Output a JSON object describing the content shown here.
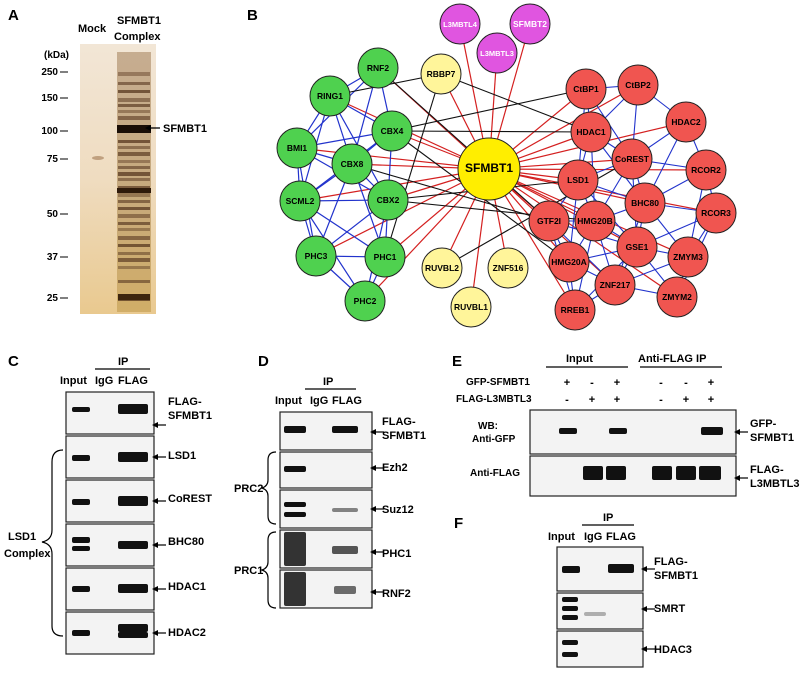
{
  "panelA": {
    "letter": "A",
    "lane1": "Mock",
    "lane2_line1": "SFMBT1",
    "lane2_line2": "Complex",
    "unit": "(kDa)",
    "markers": [
      "250",
      "150",
      "100",
      "75",
      "50",
      "37",
      "25"
    ],
    "band_label": "SFMBT1"
  },
  "panelB": {
    "letter": "B",
    "center": "SFMBT1",
    "magenta": [
      "L3MBTL4",
      "SFMBT2",
      "L3MBTL3"
    ],
    "yellow": [
      "RBBP7",
      "RUVBL2",
      "ZNF516",
      "RUVBL1"
    ],
    "green": [
      "RNF2",
      "RING1",
      "CBX4",
      "BMI1",
      "CBX8",
      "SCML2",
      "CBX2",
      "PHC3",
      "PHC1",
      "PHC2"
    ],
    "red": [
      "CtBP1",
      "CtBP2",
      "HDAC1",
      "HDAC2",
      "CoREST",
      "RCOR2",
      "LSD1",
      "BHC80",
      "RCOR3",
      "GTF2I",
      "HMG20B",
      "GSE1",
      "ZMYM3",
      "HMG20A",
      "ZNF217",
      "ZMYM2",
      "RREB1"
    ],
    "colors": {
      "magenta": "#e055e0",
      "yellow": "#fff59a",
      "green": "#4fd14f",
      "red": "#f05550",
      "center": "#ffee00",
      "black_edge": "#111111",
      "red_edge": "#d42020",
      "blue_edge": "#2233cc"
    }
  },
  "panelC": {
    "letter": "C",
    "ip": "IP",
    "lanes": [
      "Input",
      "IgG",
      "FLAG"
    ],
    "rows": [
      "FLAG-SFMBT1",
      "LSD1",
      "CoREST",
      "BHC80",
      "HDAC1",
      "HDAC2"
    ],
    "row0_line1": "FLAG-",
    "row0_line2": "SFMBT1",
    "group_line1": "LSD1",
    "group_line2": "Complex"
  },
  "panelD": {
    "letter": "D",
    "ip": "IP",
    "lanes": [
      "Input",
      "IgG",
      "FLAG"
    ],
    "row0_line1": "FLAG-",
    "row0_line2": "SFMBT1",
    "rows": [
      "Ezh2",
      "Suz12",
      "PHC1",
      "RNF2"
    ],
    "group1": "PRC2",
    "group2": "PRC1"
  },
  "panelE": {
    "letter": "E",
    "input_header": "Input",
    "ip_header": "Anti-FLAG IP",
    "row1_label": "GFP-SFMBT1",
    "row2_label": "FLAG-L3MBTL3",
    "row1_signs": [
      "+",
      "-",
      "+",
      "-",
      "-",
      "+"
    ],
    "row2_signs": [
      "-",
      "+",
      "+",
      "-",
      "+",
      "+"
    ],
    "blot1_label_line1": "WB:",
    "blot1_label_line2": "Anti-GFP",
    "blot2_label": "Anti-FLAG",
    "target1_line1": "GFP-",
    "target1_line2": "SFMBT1",
    "target2_line1": "FLAG-",
    "target2_line2": "L3MBTL3"
  },
  "panelF": {
    "letter": "F",
    "ip": "IP",
    "lanes": [
      "Input",
      "IgG",
      "FLAG"
    ],
    "row0_line1": "FLAG-",
    "row0_line2": "SFMBT1",
    "rows": [
      "SMRT",
      "HDAC3"
    ]
  }
}
